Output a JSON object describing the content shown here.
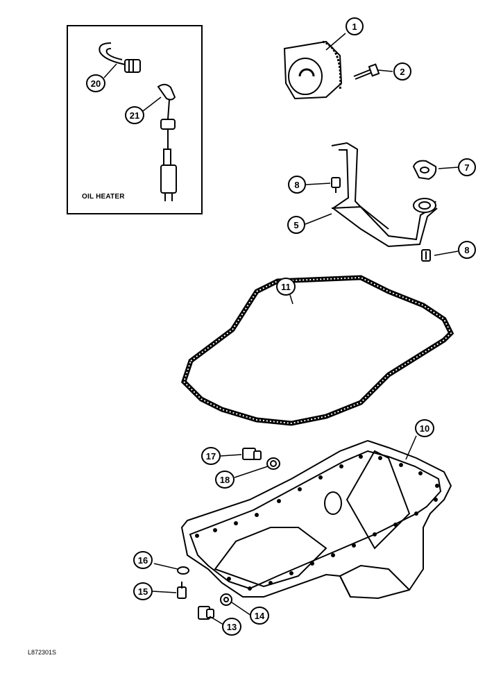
{
  "inset": {
    "caption": "OIL HEATER"
  },
  "reference_code": "L872301S",
  "callouts": [
    {
      "id": "c1",
      "label": "1"
    },
    {
      "id": "c2",
      "label": "2"
    },
    {
      "id": "c5",
      "label": "5"
    },
    {
      "id": "c7",
      "label": "7"
    },
    {
      "id": "c8a",
      "label": "8"
    },
    {
      "id": "c8b",
      "label": "8"
    },
    {
      "id": "c10",
      "label": "10"
    },
    {
      "id": "c11",
      "label": "11"
    },
    {
      "id": "c13",
      "label": "13"
    },
    {
      "id": "c14",
      "label": "14"
    },
    {
      "id": "c15",
      "label": "15"
    },
    {
      "id": "c16",
      "label": "16"
    },
    {
      "id": "c17",
      "label": "17"
    },
    {
      "id": "c18",
      "label": "18"
    },
    {
      "id": "c20",
      "label": "20"
    },
    {
      "id": "c21",
      "label": "21"
    }
  ]
}
